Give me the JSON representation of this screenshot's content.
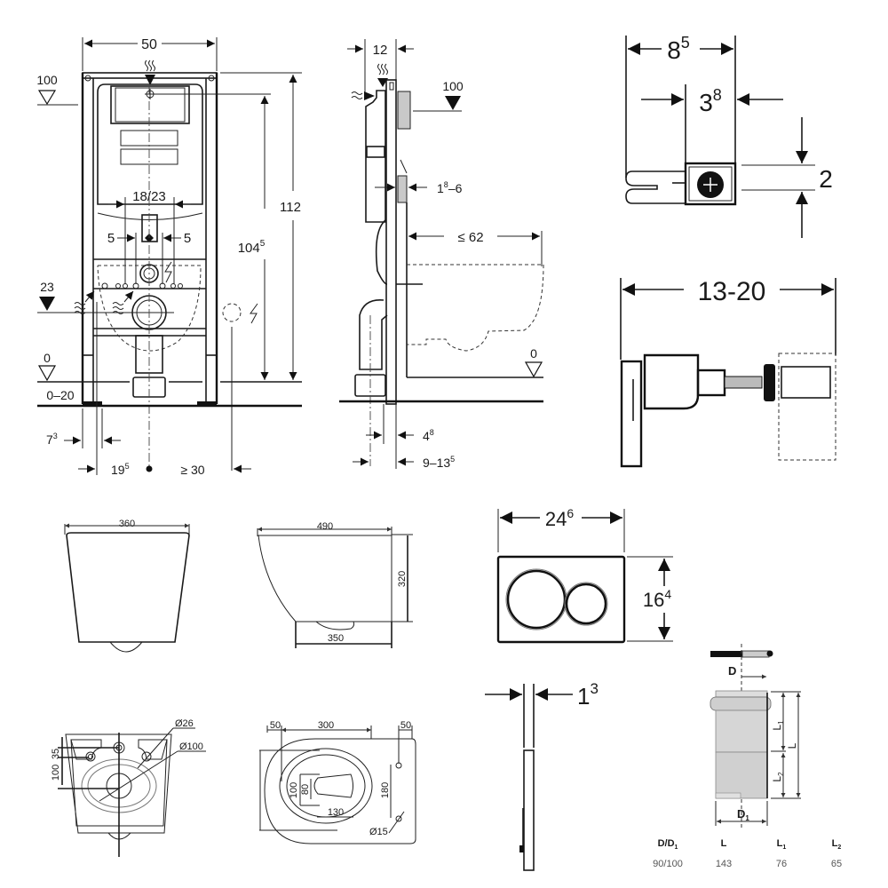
{
  "title": "Wall-hung WC installation frame and bowl dimension drawings",
  "front_view": {
    "width": "50",
    "top_level_label": "100",
    "cistern_height": "112",
    "outlet_height_main": "104",
    "outlet_height_sup": "5",
    "inlet_spacing": "18/23",
    "offset_left": "5",
    "offset_right": "5",
    "drain_level": "23",
    "floor_level": "0",
    "floor_range": "0–20",
    "foot_offset_main": "7",
    "foot_offset_sup": "3",
    "center_offset_main": "19",
    "center_offset_sup": "5",
    "side_clearance": "≥ 30"
  },
  "side_view": {
    "depth": "12",
    "top_level_label": "100",
    "wall_thickness_main": "1",
    "wall_thickness_sup": "8",
    "wall_thickness_range": "–6",
    "bowl_projection": "≤ 62",
    "floor_level": "0",
    "foot_depth_main": "4",
    "foot_depth_sup": "8",
    "pipe_offset_main": "9–13",
    "pipe_offset_sup": "5"
  },
  "bracket_detail": {
    "overall_main": "8",
    "overall_sup": "5",
    "inner_main": "3",
    "inner_sup": "8",
    "height": "2"
  },
  "fixing_detail": {
    "range": "13-20"
  },
  "bowl_front": {
    "width": "360"
  },
  "bowl_side": {
    "length": "490",
    "height": "320",
    "base": "350"
  },
  "bowl_rear": {
    "dim_35": "35",
    "dim_100": "100",
    "diam_26": "Ø26",
    "diam_100": "Ø100"
  },
  "bowl_top": {
    "left_margin": "50",
    "span": "300",
    "right_margin": "50",
    "opening_h": "100",
    "opening_inner": "80",
    "opening_w": "130",
    "bolt_spacing": "180",
    "bolt_diam": "Ø15"
  },
  "flush_plate": {
    "width_main": "24",
    "width_sup": "6",
    "height_main": "16",
    "height_sup": "4",
    "thickness_main": "1",
    "thickness_sup": "3"
  },
  "pipe_connector": {
    "label_D": "D",
    "label_D1": "D",
    "label_D1_sub": "1",
    "label_L": "L",
    "label_L1": "L",
    "label_L1_sub": "1",
    "label_L2": "L",
    "label_L2_sub": "2",
    "table": {
      "headers": [
        {
          "main": "D/D",
          "sub": "1"
        },
        {
          "main": "L",
          "sub": ""
        },
        {
          "main": "L",
          "sub": "1"
        },
        {
          "main": "L",
          "sub": "2"
        }
      ],
      "rows": [
        [
          "90/100",
          "143",
          "76",
          "65"
        ]
      ]
    }
  }
}
